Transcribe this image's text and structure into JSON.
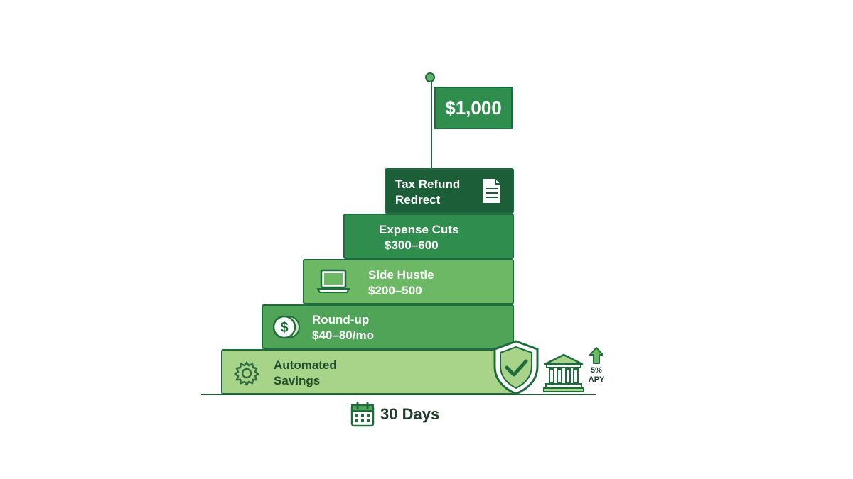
{
  "goal": {
    "amount": "$1,000"
  },
  "steps": [
    {
      "line1": "Automated",
      "line2": "Savings",
      "icon": "gear-icon"
    },
    {
      "line1": "Round-up",
      "line2": "$40–80/mo",
      "icon": "dollar-coin-icon"
    },
    {
      "line1": "Side Hustle",
      "line2": "$200–500",
      "icon": "laptop-icon"
    },
    {
      "line1": "Expense Cuts",
      "line2": "$300–600",
      "icon": ""
    },
    {
      "line1": "Tax Refund",
      "line2": "Redrect",
      "icon": "document-icon"
    }
  ],
  "savings_badge": {
    "rate": "5%",
    "label": "APY"
  },
  "timeline": {
    "label": "30 Days",
    "icon": "calendar-icon"
  },
  "colors": {
    "dark_green": "#1b5e38",
    "mid_green": "#2f8d4e",
    "light_green": "#a8d48a",
    "outline": "#1e6b3c"
  }
}
